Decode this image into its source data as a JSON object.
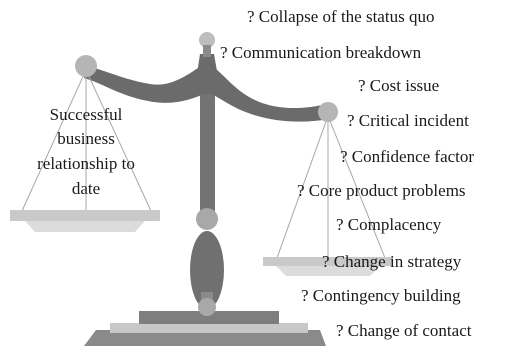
{
  "left_pan": {
    "lines": [
      "Successful",
      "business",
      "relationship to",
      "date"
    ]
  },
  "right_factors": [
    "? Collapse of the status quo",
    "? Communication breakdown",
    "? Cost issue",
    "? Critical incident",
    "? Confidence factor",
    "? Core product problems",
    "? Complacency",
    "? Change in strategy",
    "? Contingency building",
    "? Change of contact"
  ],
  "colors": {
    "dark_gray": "#6b6b6b",
    "mid_gray": "#9a9a9a",
    "light_gray": "#c9c9c9",
    "pale_gray": "#dcdcdc",
    "string": "#a8a8a8",
    "text": "#1a1a1a"
  }
}
